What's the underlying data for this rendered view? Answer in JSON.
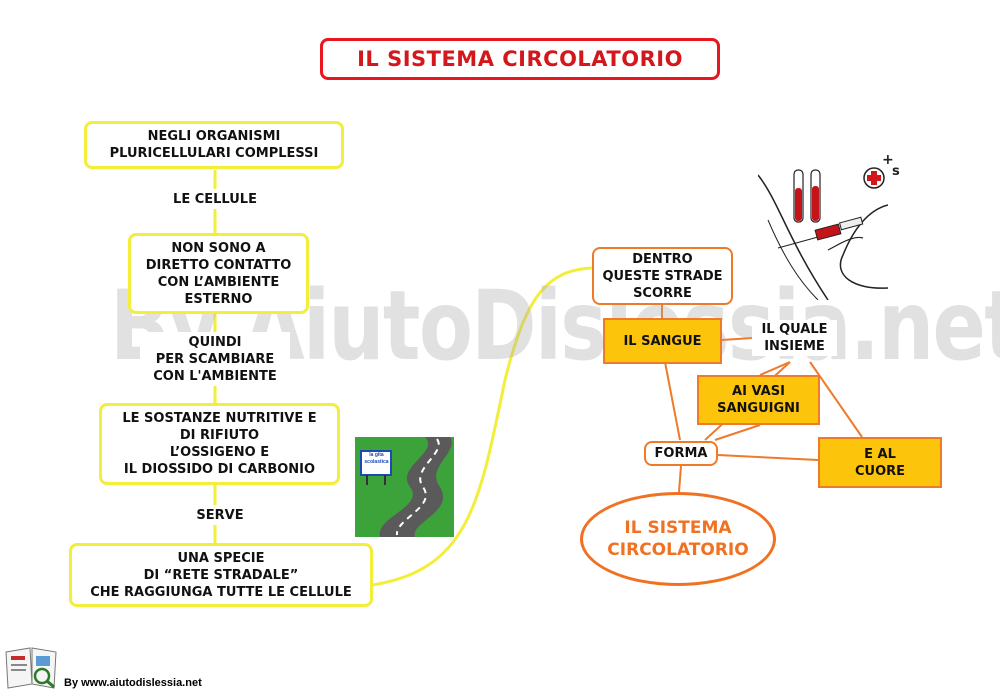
{
  "title": "IL SISTEMA CIRCOLATORIO",
  "left_chain": {
    "box1": "NEGLI  ORGANISMI\nPLURICELLULARI  COMPLESSI",
    "label1": "LE CELLULE",
    "box2": "NON SONO A\nDIRETTO CONTATTO\nCON L’AMBIENTE\nESTERNO",
    "label2": "QUINDI\nPER SCAMBIARE\nCON L'AMBIENTE",
    "box3": "LE SOSTANZE NUTRITIVE E\nDI RIFIUTO\nL’OSSIGENO E\nIL DIOSSIDO DI CARBONIO",
    "label3": "SERVE",
    "box4": "UNA SPECIE\nDI “RETE STRADALE”\nCHE RAGGIUNGA TUTTE LE CELLULE"
  },
  "right_map": {
    "dentro": "DENTRO\nQUESTE STRADE\nSCORRE",
    "sangue": "IL SANGUE",
    "quale": "IL QUALE\nINSIEME",
    "vasi": "AI VASI\nSANGUIGNI",
    "forma": "FORMA",
    "cuore": "E AL\nCUORE",
    "sistema": "IL SISTEMA\nCIRCOLATORIO"
  },
  "road_sign": "la gita\nscolastica",
  "watermark": "By AiutoDislessia.net",
  "footer": "By www.aiutodislessia.net",
  "colors": {
    "title_red": "#e8171f",
    "yellow_border": "#f3ee3b",
    "orange_border": "#ee7a2a",
    "gold_fill": "#fcc40b",
    "ellipse_orange": "#f07122"
  },
  "icons": [
    "road-icon",
    "blood-test-icon",
    "red-cross-icon",
    "book-logo-icon"
  ]
}
